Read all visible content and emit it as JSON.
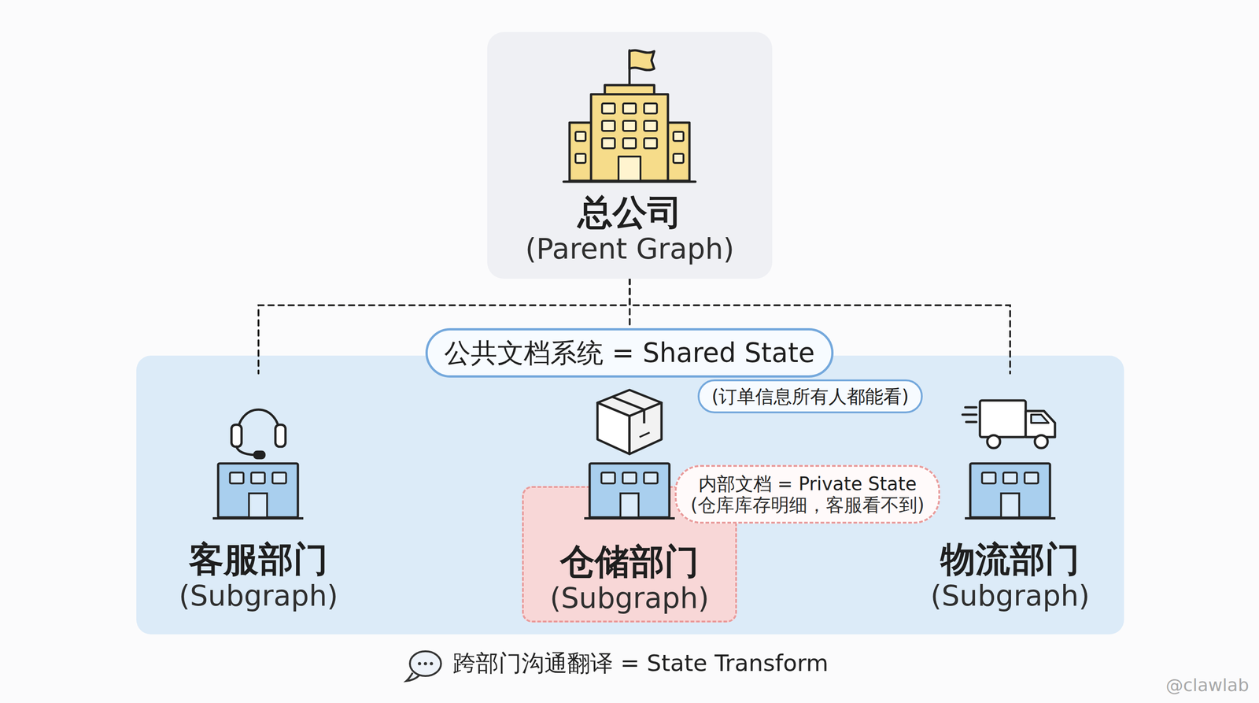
{
  "diagram": {
    "nodes": [
      {
        "text": [
          "总公司",
          "(Parent Graph)"
        ]
      },
      {
        "text": [
          "公共文档系统 = Shared State"
        ]
      },
      {
        "text": [
          "(订单信息所有人都能看)"
        ]
      },
      {
        "text": [
          "客服部门",
          "(Subgraph)"
        ]
      },
      {
        "text": [
          "仓储部门",
          "(Subgraph)"
        ]
      },
      {
        "text": [
          "内部文档 = Private State",
          "(仓库库存明细，客服看不到)"
        ]
      },
      {
        "text": [
          "物流部门",
          "(Subgraph)"
        ]
      }
    ],
    "edges": [
      {
        "from": 0,
        "to": 3,
        "arrow": "none"
      },
      {
        "from": 0,
        "to": 1,
        "arrow": "none"
      },
      {
        "from": 0,
        "to": 6,
        "arrow": "none"
      }
    ],
    "labels": [
      "跨部门沟通翻译 = State Transform",
      "@clawlab"
    ]
  }
}
